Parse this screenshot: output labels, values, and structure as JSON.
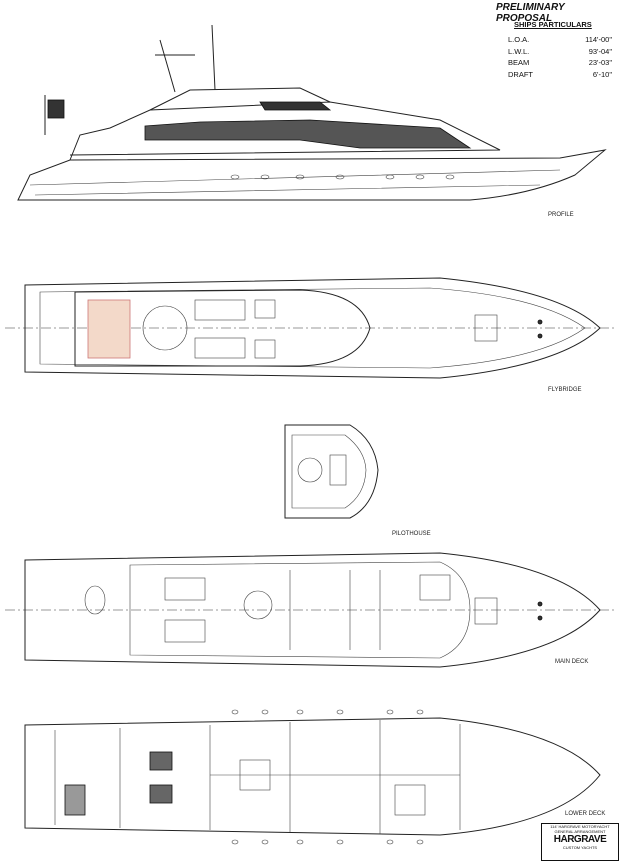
{
  "header": {
    "title": "PRELIMINARY PROPOSAL"
  },
  "specs": {
    "heading": "SHIPS PARTICULARS",
    "rows": [
      {
        "label": "L.O.A.",
        "value": "114'-00\""
      },
      {
        "label": "L.W.L.",
        "value": "93'-04\""
      },
      {
        "label": "BEAM",
        "value": "23'-03\""
      },
      {
        "label": "DRAFT",
        "value": "6'-10\""
      }
    ]
  },
  "views": {
    "profile": "PROFILE",
    "flybridge": "FLYBRIDGE",
    "pilothouse": "PILOTHOUSE",
    "main_deck": "MAIN DECK",
    "lower_deck": "LOWER DECK"
  },
  "title_block": {
    "line1": "114' HARGRAVE MOTORYACHT",
    "line2": "GENERAL ARRANGEMENT",
    "brand": "HARGRAVE",
    "tagline": "CUSTOM YACHTS"
  }
}
